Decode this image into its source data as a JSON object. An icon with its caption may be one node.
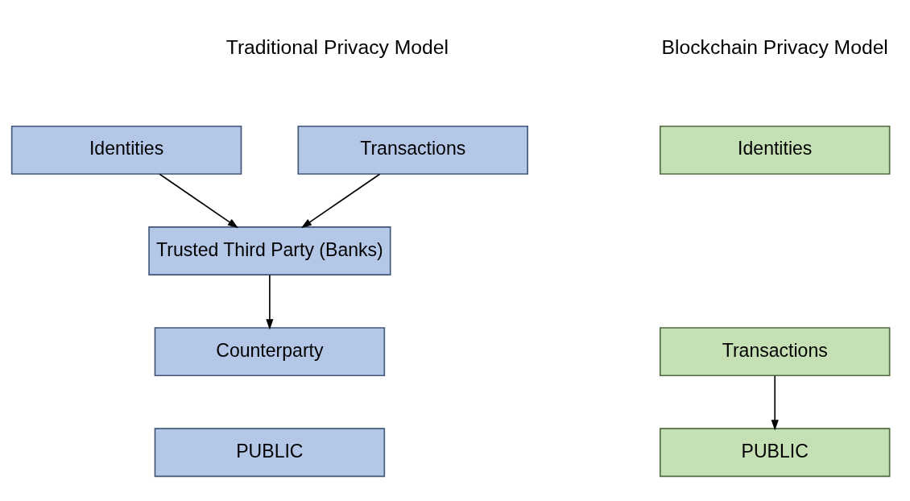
{
  "diagram": {
    "nodes": [
      {
        "text": [
          "Identities"
        ]
      },
      {
        "text": [
          "Transactions"
        ]
      },
      {
        "text": [
          "Trusted Third Party (Banks)"
        ]
      },
      {
        "text": [
          "Counterparty"
        ]
      },
      {
        "text": [
          "PUBLIC"
        ]
      },
      {
        "text": [
          "Identities"
        ]
      },
      {
        "text": [
          "Transactions"
        ]
      },
      {
        "text": [
          "PUBLIC"
        ]
      }
    ],
    "edges": [
      {
        "from": 0,
        "to": 2,
        "arrow": "to"
      },
      {
        "from": 1,
        "to": 2,
        "arrow": "to"
      },
      {
        "from": 2,
        "to": 3,
        "arrow": "to"
      },
      {
        "from": 6,
        "to": 7,
        "arrow": "to"
      }
    ],
    "labels": [
      "Traditional Privacy Model",
      "Blockchain Privacy Model"
    ]
  }
}
